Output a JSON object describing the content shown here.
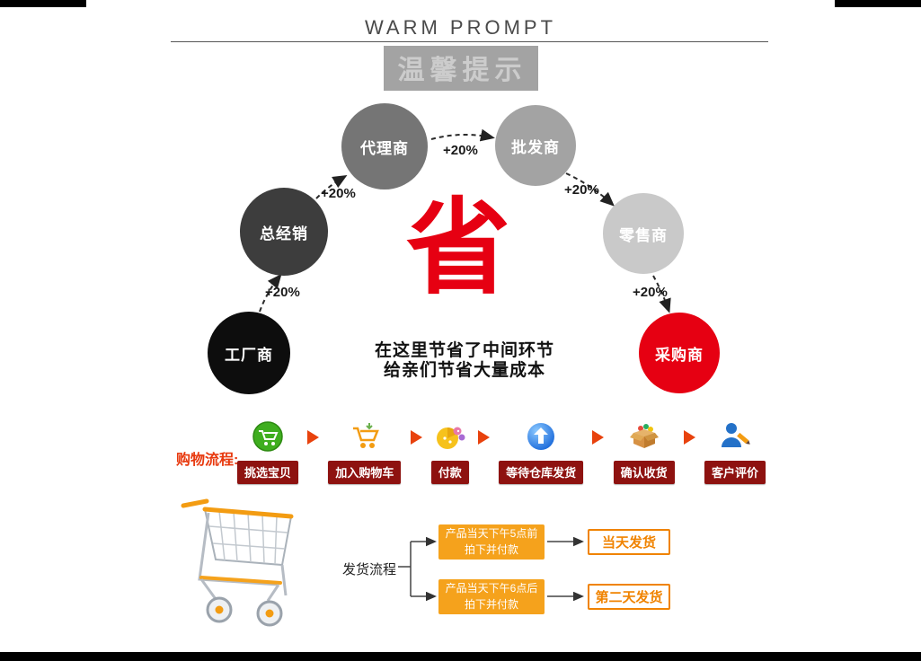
{
  "header": {
    "title_en": "WARM PROMPT",
    "title_zh": "温馨提示"
  },
  "diagram": {
    "nodes": [
      {
        "label": "工厂商",
        "color": "#0d0d0d"
      },
      {
        "label": "总经销",
        "color": "#3d3d3d"
      },
      {
        "label": "代理商",
        "color": "#757575"
      },
      {
        "label": "批发商",
        "color": "#a3a3a3"
      },
      {
        "label": "零售商",
        "color": "#c9c9c9"
      },
      {
        "label": "采购商",
        "color": "#e60012"
      }
    ],
    "increments": [
      "+20%",
      "+20%",
      "+20%",
      "+20%",
      "+20%"
    ],
    "center_char": "省",
    "caption_line1": "在这里节省了中间环节",
    "caption_line2": "给亲们节省大量成本"
  },
  "shopping_flow": {
    "title": "购物流程:",
    "steps": [
      {
        "label": "挑选宝贝",
        "icon": "select-item-icon"
      },
      {
        "label": "加入购物车",
        "icon": "add-to-cart-icon"
      },
      {
        "label": "付款",
        "icon": "payment-icon"
      },
      {
        "label": "等待仓库发货",
        "icon": "warehouse-ship-icon"
      },
      {
        "label": "确认收货",
        "icon": "confirm-receipt-icon"
      },
      {
        "label": "客户评价",
        "icon": "customer-review-icon"
      }
    ]
  },
  "shipping_flow": {
    "title": "发货流程",
    "branches": [
      {
        "condition_line1": "产品当天下午5点前",
        "condition_line2": "拍下并付款",
        "result": "当天发货"
      },
      {
        "condition_line1": "产品当天下午6点后",
        "condition_line2": "拍下并付款",
        "result": "第二天发货"
      }
    ]
  },
  "colors": {
    "accent_red": "#e60012",
    "flow_orange": "#f5a21c",
    "banner_red": "#8e1210",
    "arrow_orange": "#e8420d",
    "result_orange": "#f08300"
  }
}
